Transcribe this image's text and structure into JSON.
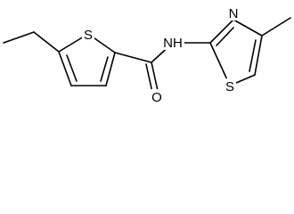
{
  "molecule": {
    "atoms": {
      "s_thiophene": "S",
      "n_amide": "NH",
      "o_carbonyl": "O",
      "n_thiazole": "N",
      "s_thiazole": "S"
    },
    "colors": {
      "bond": "#000000",
      "label": "#000000",
      "background": "#ffffff"
    }
  }
}
